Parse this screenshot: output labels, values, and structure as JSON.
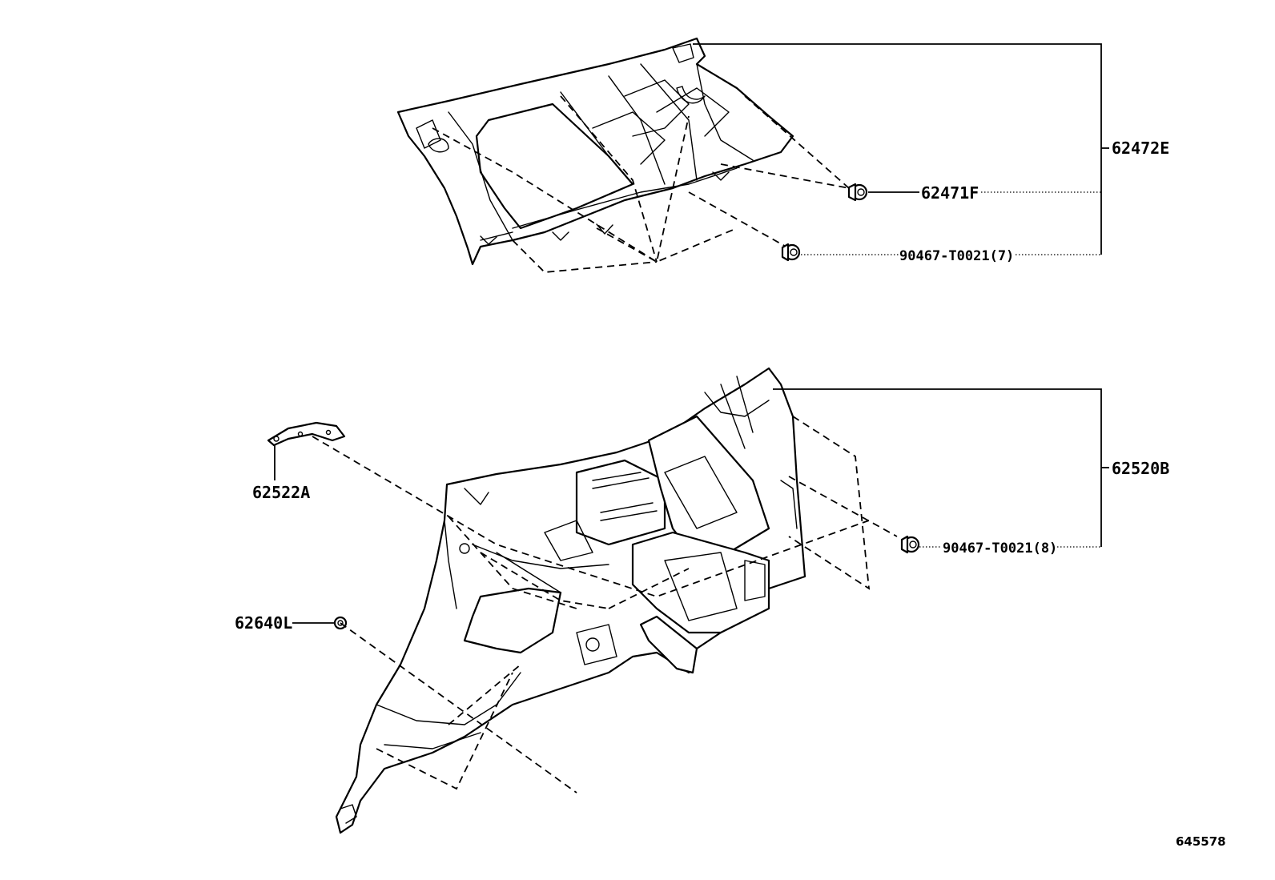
{
  "labels": {
    "upper_trim": "62472E",
    "upper_clip": "62471F",
    "upper_fastener": "90467-T0021(7)",
    "lower_trim": "62520B",
    "lower_fastener": "90467-T0021(8)",
    "cover": "62522A",
    "small_clip": "62640L"
  },
  "reference_number": "645578"
}
